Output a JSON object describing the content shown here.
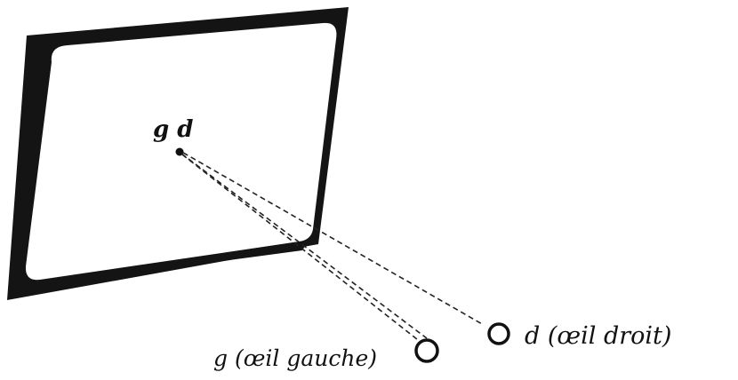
{
  "diagram": {
    "projected_point_label": "g d",
    "left_eye_label": "g (œil gauche)",
    "right_eye_label": "d (œil droit)"
  },
  "colors": {
    "ink": "#111111",
    "paper": "#ffffff"
  }
}
